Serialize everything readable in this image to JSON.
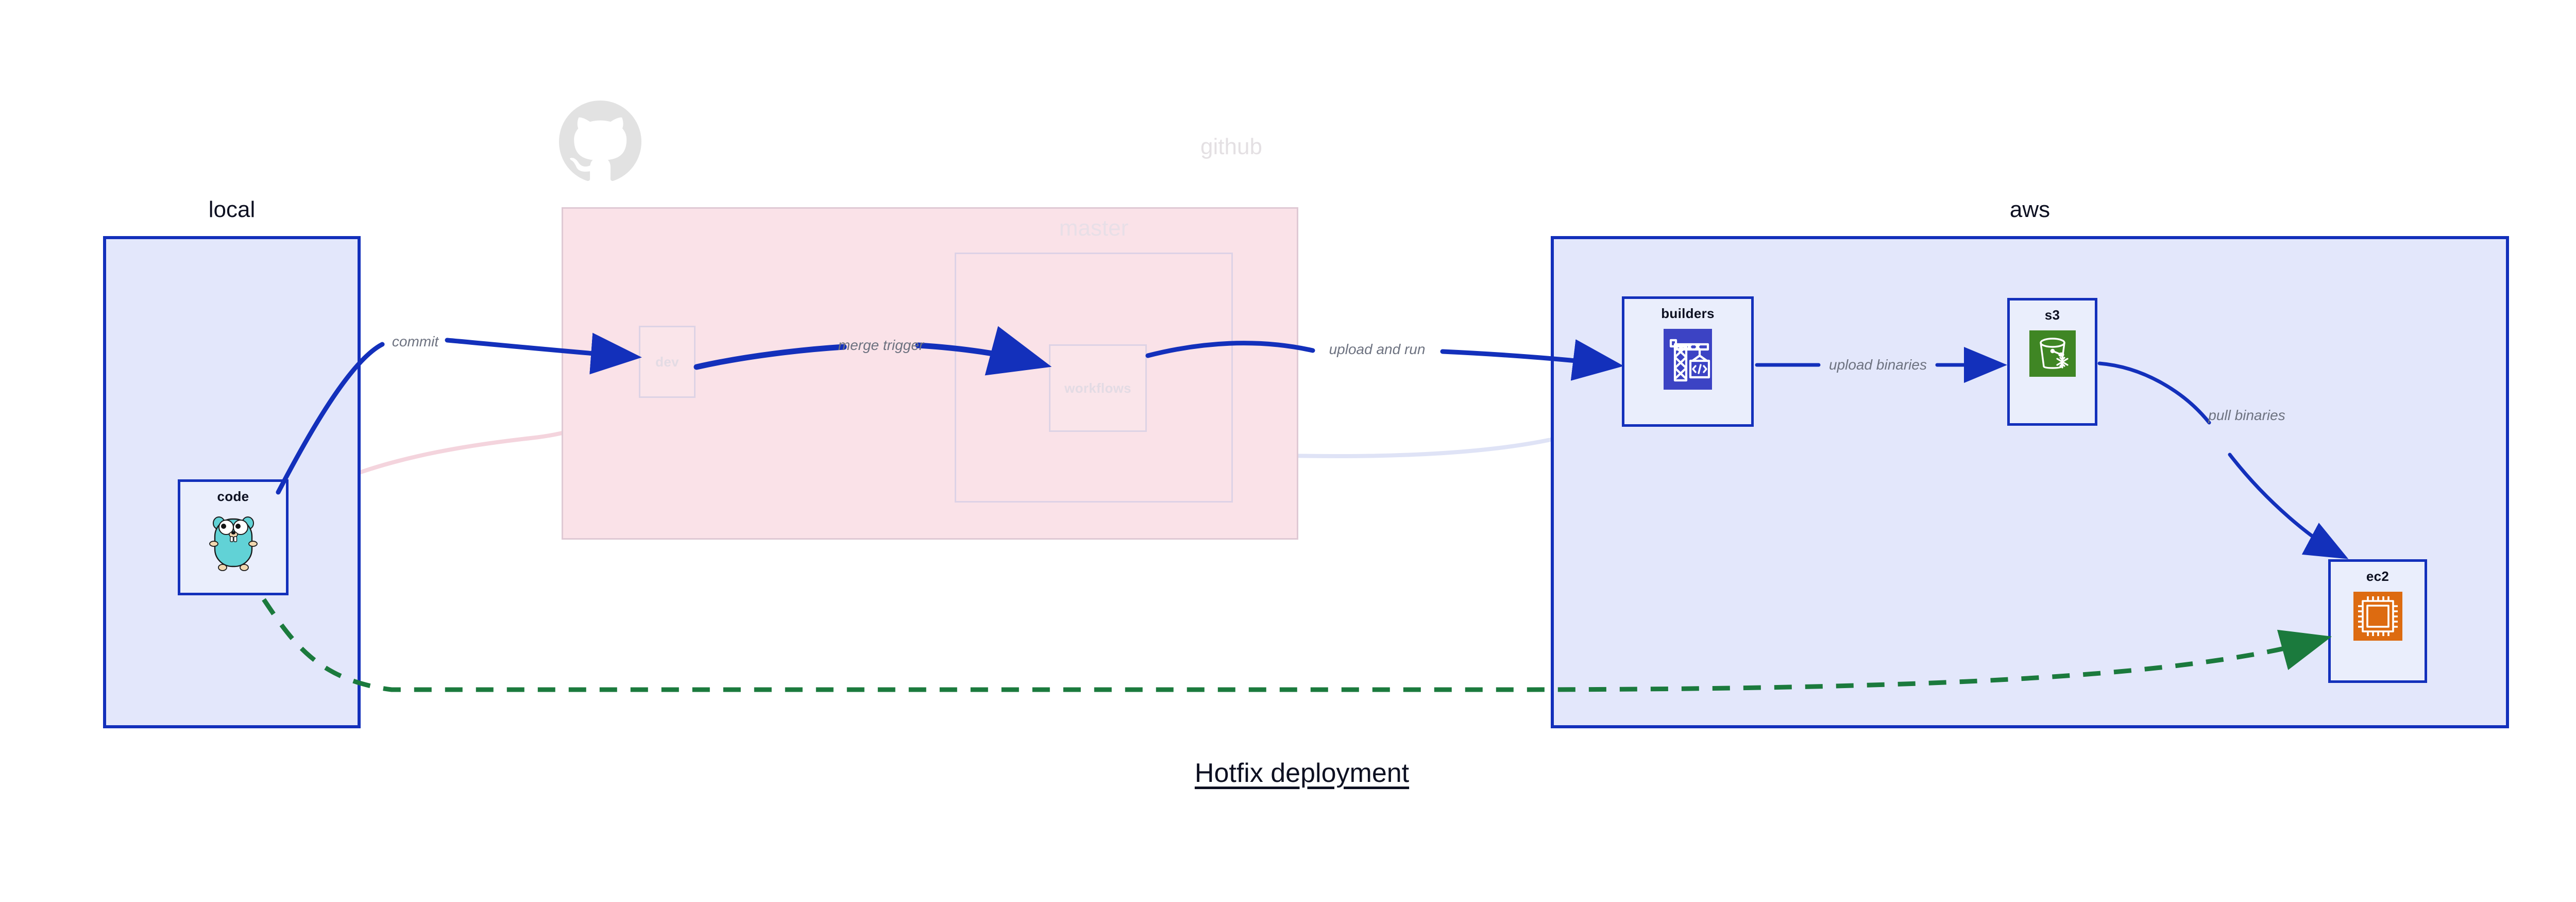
{
  "diagram": {
    "title": "Hotfix deployment",
    "background": "#ffffff"
  },
  "colors": {
    "group_border_blue": "#1330bb",
    "group_fill_blue": "#e3e7fb",
    "group_fill_pink": "#fae2e8",
    "node_fill": "#eaeefc",
    "edge_blue": "#1330bb",
    "edge_green": "#1b7a3d",
    "edge_label_gray": "#6d7280",
    "faded_gray": "#e4e0e3",
    "codebuild_indigo": "#3c43c4",
    "s3_green": "#3f8624",
    "ec2_orange": "#dd6b10",
    "gopher_cyan": "#61d2d6"
  },
  "groups": [
    {
      "id": "local",
      "label": "local",
      "style": "solid-blue"
    },
    {
      "id": "github",
      "label": "github",
      "style": "faded-pink",
      "logo": "github-octocat-icon"
    },
    {
      "id": "master",
      "label": "master",
      "style": "faded-outline"
    },
    {
      "id": "aws",
      "label": "aws",
      "style": "solid-blue"
    }
  ],
  "nodes": [
    {
      "id": "code",
      "label": "code",
      "icon": "go-gopher-icon",
      "group": "local",
      "faded": false
    },
    {
      "id": "dev",
      "label": "dev",
      "icon": "none",
      "group": "github",
      "faded": true
    },
    {
      "id": "workflows",
      "label": "workflows",
      "icon": "none",
      "group": "master",
      "faded": true
    },
    {
      "id": "builders",
      "label": "builders",
      "icon": "aws-codebuild-icon",
      "group": "aws",
      "faded": false
    },
    {
      "id": "s3",
      "label": "s3",
      "icon": "aws-s3-bucket-icon",
      "group": "aws",
      "faded": false
    },
    {
      "id": "ec2",
      "label": "ec2",
      "icon": "aws-ec2-chip-icon",
      "group": "aws",
      "faded": false
    }
  ],
  "edges": [
    {
      "id": "commit",
      "label": "commit",
      "from": "code",
      "to": "dev",
      "style": "solid-blue",
      "faded": false
    },
    {
      "id": "merge-trigger",
      "label": "merge trigger",
      "from": "dev",
      "to": "workflows",
      "style": "solid-blue",
      "faded": false
    },
    {
      "id": "upload-and-run",
      "label": "upload and run",
      "from": "workflows",
      "to": "builders",
      "style": "solid-blue",
      "faded": false
    },
    {
      "id": "upload-binaries",
      "label": "upload binaries",
      "from": "builders",
      "to": "s3",
      "style": "solid-blue",
      "faded": false
    },
    {
      "id": "pull-binaries",
      "label": "pull binaries",
      "from": "s3",
      "to": "ec2",
      "style": "solid-blue",
      "faded": false
    },
    {
      "id": "hotfix-direct",
      "label": "",
      "from": "code",
      "to": "ec2",
      "style": "dashed-green",
      "faded": false
    },
    {
      "id": "faded-code-dev",
      "label": "",
      "from": "code",
      "to": "dev",
      "style": "solid-pink",
      "faded": true
    },
    {
      "id": "faded-dev-wf",
      "label": "",
      "from": "dev",
      "to": "workflows",
      "style": "solid-blue",
      "faded": true
    },
    {
      "id": "faded-wf-build",
      "label": "",
      "from": "workflows",
      "to": "builders",
      "style": "solid-blue",
      "faded": true
    }
  ]
}
